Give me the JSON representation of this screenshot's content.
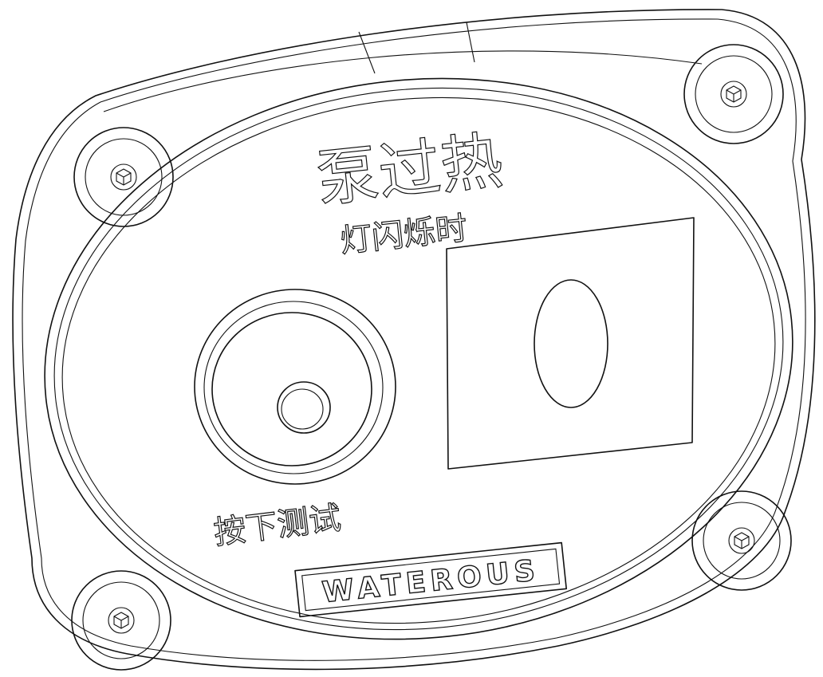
{
  "labels": {
    "pump_overheat": "泵过热",
    "light_flashing": "灯闪烁时",
    "press_to_test": "按下测试",
    "brand": "WATEROUS"
  }
}
